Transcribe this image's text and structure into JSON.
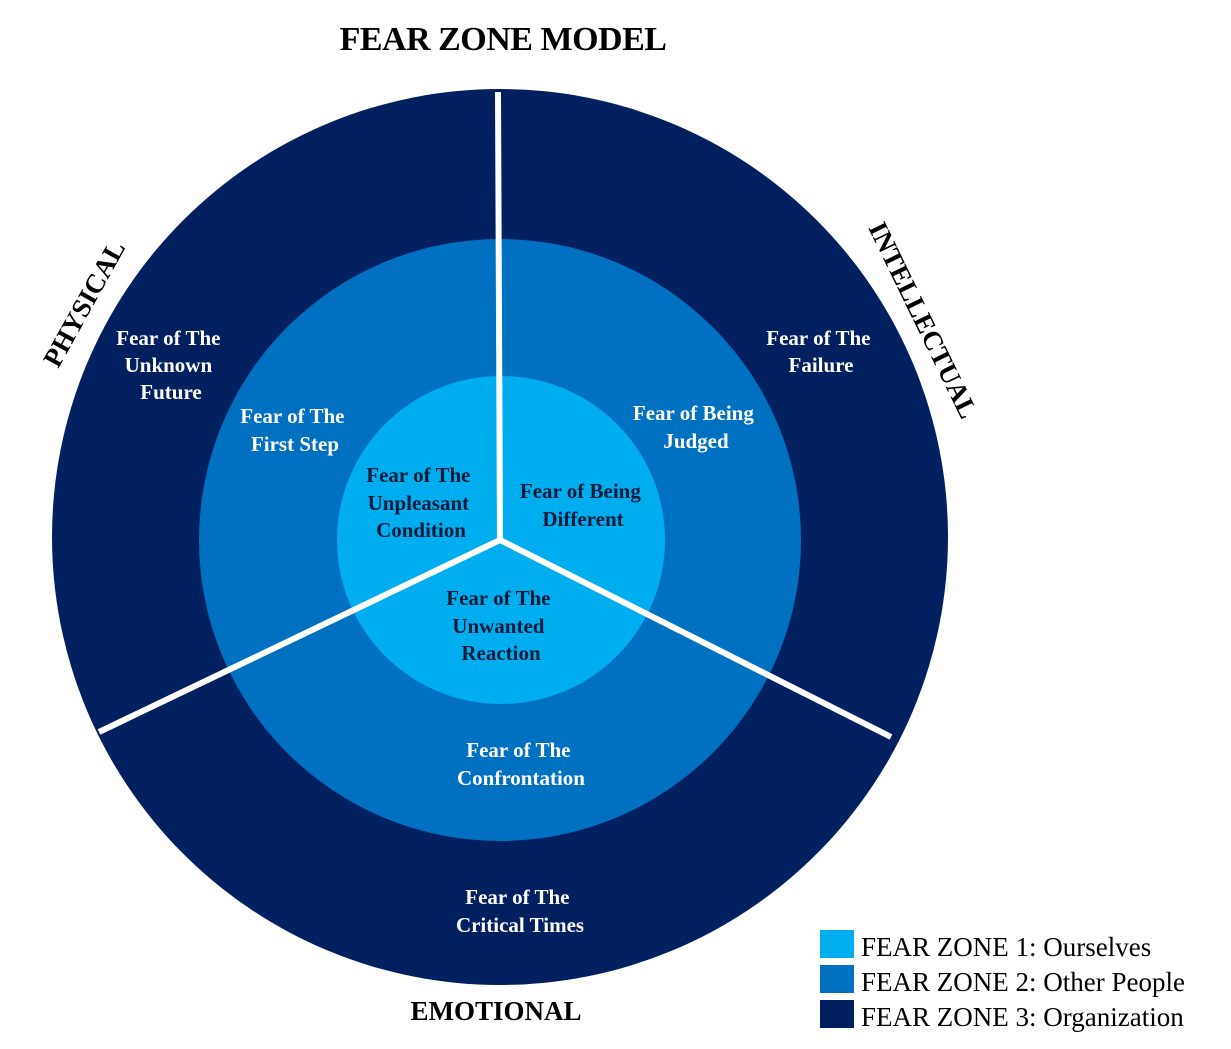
{
  "title": "FEAR ZONE MODEL",
  "colors": {
    "zone1": "#00aeef",
    "zone2": "#0070c0",
    "zone3": "#002060",
    "divider": "#ffffff"
  },
  "segments": {
    "physical": "PHYSICAL",
    "intellectual": "INTELLECTUAL",
    "emotional": "EMOTIONAL"
  },
  "fears": {
    "zone3_physical": [
      "Fear of The",
      "Unknown",
      "Future"
    ],
    "zone3_intellectual": [
      "Fear of The",
      "Failure"
    ],
    "zone3_emotional": [
      "Fear of The",
      "Critical Times"
    ],
    "zone2_physical": [
      "Fear of The",
      "First Step"
    ],
    "zone2_intellectual": [
      "Fear of Being",
      "Judged"
    ],
    "zone2_emotional": [
      "Fear of The",
      "Confrontation"
    ],
    "zone1_physical": [
      "Fear of The",
      "Unpleasant",
      "Condition"
    ],
    "zone1_intellectual": [
      "Fear of Being",
      "Different"
    ],
    "zone1_emotional": [
      "Fear of The",
      "Unwanted",
      "Reaction"
    ]
  },
  "legend": [
    {
      "label": "FEAR ZONE 1: Ourselves",
      "color": "#00aeef"
    },
    {
      "label": "FEAR ZONE 2: Other People",
      "color": "#0070c0"
    },
    {
      "label": "FEAR ZONE 3: Organization",
      "color": "#002060"
    }
  ]
}
